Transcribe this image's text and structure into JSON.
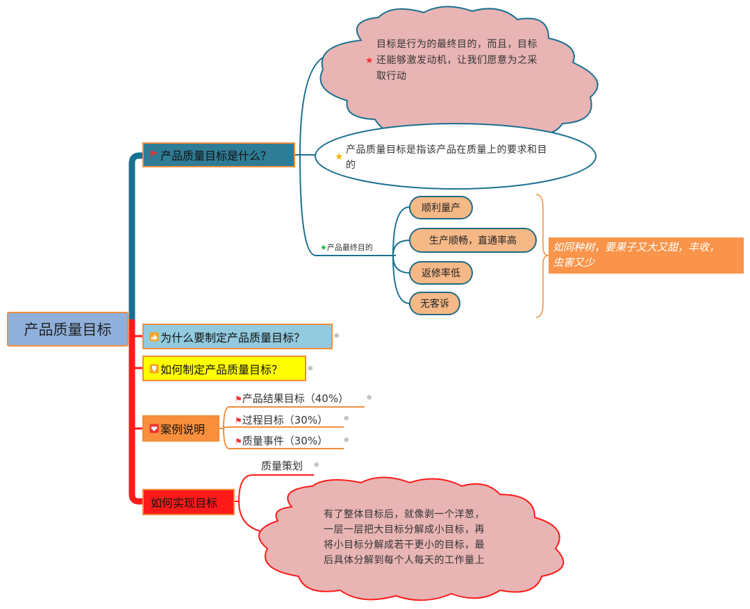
{
  "root": {
    "label": "产品质量目标"
  },
  "branch1": {
    "label": "产品质量目标是什么？",
    "icon": "red-flag-icon",
    "cloud_text": [
      "目标是行为的最终目的，而且，目标",
      "还能够激发动机，让我们愿意为之采",
      "取行动"
    ],
    "ellipse_text": [
      "产品质量目标是指该产品在质量上的要求和目",
      "的"
    ],
    "final_purpose_label": "产品最终目的",
    "pills": [
      "顺利量产",
      "生产顺畅，直通率高",
      "返修率低",
      "无客诉"
    ],
    "note": [
      "如同种树，要果子又大又甜，丰收，",
      "虫害又少"
    ]
  },
  "branch2": {
    "label": "为什么要制定产品质量目标？",
    "icon": "thumbs-up-icon"
  },
  "branch3": {
    "label": "如何制定产品质量目标？",
    "icon": "trophy-icon"
  },
  "branch4": {
    "label": "案例说明",
    "icon": "heart-icon",
    "items": [
      "产品结果目标（40%）",
      "过程目标（30%）",
      "质量事件（30%）"
    ]
  },
  "branch5": {
    "label": "如何实现目标",
    "sub": "质量策划",
    "cloud_text": [
      "有了整体目标后，就像剥一个洋葱，",
      "一层一层把大目标分解成小目标，再",
      "将小目标分解成若干更小的目标，最",
      "后具体分解到每个人每天的工作量上"
    ]
  },
  "colors": {
    "teal": "#1a7090",
    "red": "#ff1a1a",
    "orange": "#f28d3a",
    "cloud_fill": "#e8b4b4",
    "pill_fill": "#f5b887",
    "note_fill": "#f9944a"
  }
}
